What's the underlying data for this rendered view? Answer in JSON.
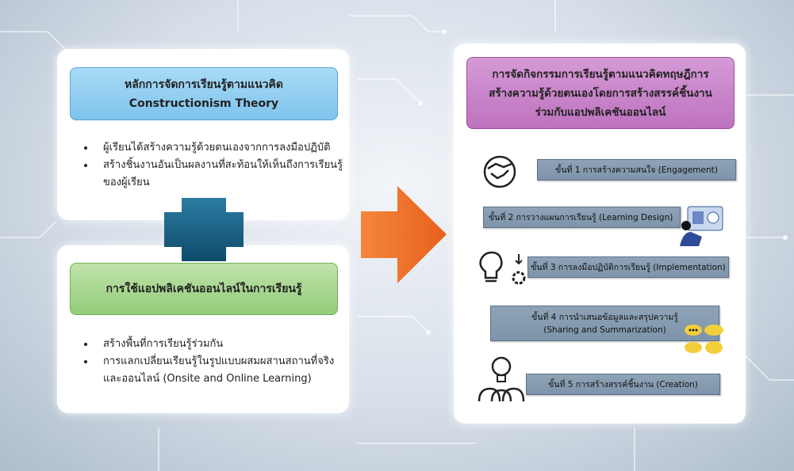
{
  "left_top": {
    "title_line1": "หลักการจัดการเรียนรู้ตามแนวคิด",
    "title_line2": "Constructionism Theory",
    "bullets": [
      "ผู้เรียนได้สร้างความรู้ด้วยตนเองจากการลงมือปฏิบัติ",
      "สร้างชิ้นงานอันเป็นผลงานที่สะท้อนให้เห็นถึงการเรียนรู้ของผู้เรียน"
    ]
  },
  "left_bottom": {
    "title": "การใช้แอปพลิเคชันออนไลน์ในการเรียนรู้",
    "bullets": [
      "สร้างพื้นที่การเรียนรู้ร่วมกัน",
      "การแลกเปลี่ยนเรียนรู้ในรูปแบบผสมผสานสถานที่จริงและออนไลน์ (Onsite and Online Learning)"
    ]
  },
  "right": {
    "title_line1": "การจัดกิจกรรมการเรียนรู้ตามแนวคิดทฤษฎีการ",
    "title_line2": "สร้างความรู้ด้วยตนเองโดยการสร้างสรรค์ชิ้นงาน",
    "title_line3": "ร่วมกับแอปพลิเคชันออนไลน์",
    "steps": [
      {
        "label": "ขั้นที่ 1 การสร้างความสนใจ (Engagement)",
        "icon": "handshake-icon"
      },
      {
        "label": "ขั้นที่ 2 การวางแผนการเรียนรู้ (Learning Design)",
        "icon": "presentation-icon"
      },
      {
        "label": "ขั้นที่ 3 การลงมือปฏิบัติการเรียนรู้ (Implementation)",
        "icon": "lightbulb-gear-icon"
      },
      {
        "label": "ขั้นที่ 4 การนำเสนอข้อมูลและสรุปความรู้",
        "label2": "(Sharing and Summarization)",
        "icon": "chat-bubbles-icon"
      },
      {
        "label": "ขั้นที่ 5 การสร้างสรรค์ชิ้นงาน (Creation)",
        "icon": "lightbulb-people-icon"
      }
    ]
  },
  "colors": {
    "blue_header": "#8fcdf0",
    "green_header": "#a8d68f",
    "purple_header": "#c57fc6",
    "arrow": "#f07a2c",
    "connector": "#1b5e80",
    "step": "#8498ad"
  }
}
